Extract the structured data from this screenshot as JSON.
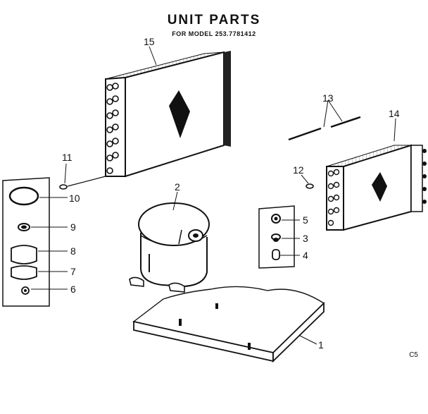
{
  "header": {
    "title": "UNIT PARTS",
    "subtitle": "FOR MODEL 253.7781412"
  },
  "callouts": {
    "p1": "1",
    "p2": "2",
    "p3": "3",
    "p4": "4",
    "p5": "5",
    "p6": "6",
    "p7": "7",
    "p8": "8",
    "p9": "9",
    "p10": "10",
    "p11": "11",
    "p12": "12",
    "p13": "13",
    "p14": "14",
    "p15": "15"
  },
  "footer": {
    "code": "C5"
  }
}
